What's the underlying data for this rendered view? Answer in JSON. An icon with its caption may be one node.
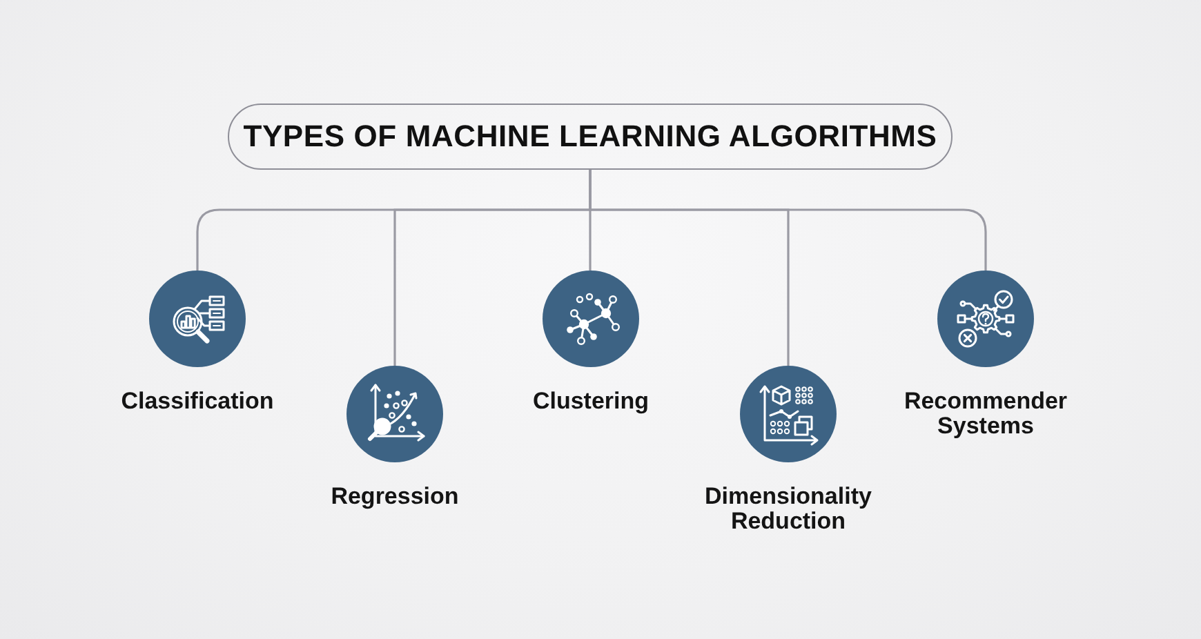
{
  "diagram": {
    "nodes": [
      {
        "text": [
          "TYPES OF MACHINE LEARNING ALGORITHMS"
        ]
      },
      {
        "text": [
          "Classification"
        ]
      },
      {
        "text": [
          "Regression"
        ]
      },
      {
        "text": [
          "Clustering"
        ]
      },
      {
        "text": [
          "Dimensionality Reduction"
        ]
      },
      {
        "text": [
          "Recommender Systems"
        ]
      }
    ],
    "edges": [
      {
        "from": 0,
        "to": 1,
        "arrow": "none"
      },
      {
        "from": 0,
        "to": 2,
        "arrow": "none"
      },
      {
        "from": 0,
        "to": 3,
        "arrow": "none"
      },
      {
        "from": 0,
        "to": 4,
        "arrow": "none"
      },
      {
        "from": 0,
        "to": 5,
        "arrow": "none"
      }
    ]
  }
}
